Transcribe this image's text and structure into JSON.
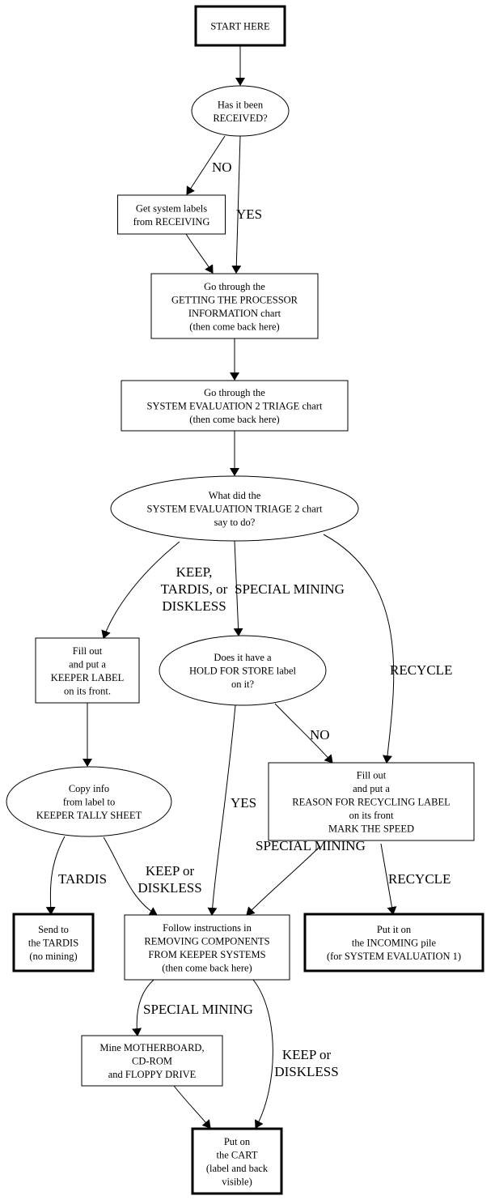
{
  "title": "System intake flowchart",
  "nodes": {
    "start": {
      "shape": "box",
      "bold": true,
      "lines": [
        "START HERE"
      ]
    },
    "received": {
      "shape": "ellipse",
      "lines": [
        "Has it been",
        "RECEIVED?"
      ]
    },
    "get_labels": {
      "shape": "box",
      "lines": [
        "Get system labels",
        "from RECEIVING"
      ]
    },
    "processor": {
      "shape": "box",
      "lines": [
        "Go through the",
        "GETTING THE PROCESSOR",
        "INFORMATION chart",
        "(then come back here)"
      ]
    },
    "triage_chart": {
      "shape": "box",
      "lines": [
        "Go through the",
        "SYSTEM EVALUATION 2 TRIAGE chart",
        "(then come back here)"
      ]
    },
    "triage_decision": {
      "shape": "ellipse",
      "lines": [
        "What did the",
        "SYSTEM EVALUATION TRIAGE 2 chart",
        "say to do?"
      ]
    },
    "keeper_label": {
      "shape": "box",
      "lines": [
        "Fill out",
        "and put a",
        "KEEPER LABEL",
        "on its front."
      ]
    },
    "hold_store": {
      "shape": "ellipse",
      "lines": [
        "Does it have a",
        "HOLD FOR STORE label",
        "on it?"
      ]
    },
    "recycling_label": {
      "shape": "box",
      "lines": [
        "Fill out",
        "and put a",
        "REASON FOR RECYCLING LABEL",
        "on its front",
        "MARK THE SPEED"
      ]
    },
    "tally": {
      "shape": "ellipse",
      "lines": [
        "Copy info",
        "from label to",
        "KEEPER TALLY SHEET"
      ]
    },
    "tardis": {
      "shape": "box",
      "bold": true,
      "lines": [
        "Send to",
        "the TARDIS",
        "(no mining)"
      ]
    },
    "removing": {
      "shape": "box",
      "lines": [
        "Follow instructions in",
        "REMOVING COMPONENTS",
        "FROM KEEPER SYSTEMS",
        "(then come back here)"
      ]
    },
    "incoming": {
      "shape": "box",
      "bold": true,
      "lines": [
        "Put it on",
        "the INCOMING pile",
        "(for SYSTEM EVALUATION 1)"
      ]
    },
    "mine": {
      "shape": "box",
      "lines": [
        "Mine MOTHERBOARD,",
        "CD-ROM",
        "and FLOPPY DRIVE"
      ]
    },
    "cart": {
      "shape": "box",
      "bold": true,
      "lines": [
        "Put on",
        "the CART",
        "(label and back",
        "visible)"
      ]
    }
  },
  "edges": [
    {
      "from": "start",
      "to": "received",
      "label": []
    },
    {
      "from": "received",
      "to": "get_labels",
      "label": [
        "NO"
      ]
    },
    {
      "from": "received",
      "to": "processor",
      "label": [
        "YES"
      ]
    },
    {
      "from": "get_labels",
      "to": "processor",
      "label": []
    },
    {
      "from": "processor",
      "to": "triage_chart",
      "label": []
    },
    {
      "from": "triage_chart",
      "to": "triage_decision",
      "label": []
    },
    {
      "from": "triage_decision",
      "to": "keeper_label",
      "label": [
        "KEEP,",
        "TARDIS, or",
        "DISKLESS"
      ]
    },
    {
      "from": "triage_decision",
      "to": "hold_store",
      "label": [
        "SPECIAL MINING"
      ]
    },
    {
      "from": "triage_decision",
      "to": "recycling_label",
      "label": [
        "RECYCLE"
      ]
    },
    {
      "from": "hold_store",
      "to": "recycling_label",
      "label": [
        "NO"
      ]
    },
    {
      "from": "hold_store",
      "to": "removing",
      "label": [
        "YES"
      ]
    },
    {
      "from": "keeper_label",
      "to": "tally",
      "label": []
    },
    {
      "from": "tally",
      "to": "tardis",
      "label": [
        "TARDIS"
      ]
    },
    {
      "from": "tally",
      "to": "removing",
      "label": [
        "KEEP or",
        "DISKLESS"
      ]
    },
    {
      "from": "recycling_label",
      "to": "removing",
      "label": [
        "SPECIAL MINING"
      ]
    },
    {
      "from": "recycling_label",
      "to": "incoming",
      "label": [
        "RECYCLE"
      ]
    },
    {
      "from": "removing",
      "to": "mine",
      "label": [
        "SPECIAL MINING"
      ]
    },
    {
      "from": "removing",
      "to": "cart",
      "label": [
        "KEEP or",
        "DISKLESS"
      ]
    },
    {
      "from": "mine",
      "to": "cart",
      "label": []
    }
  ]
}
